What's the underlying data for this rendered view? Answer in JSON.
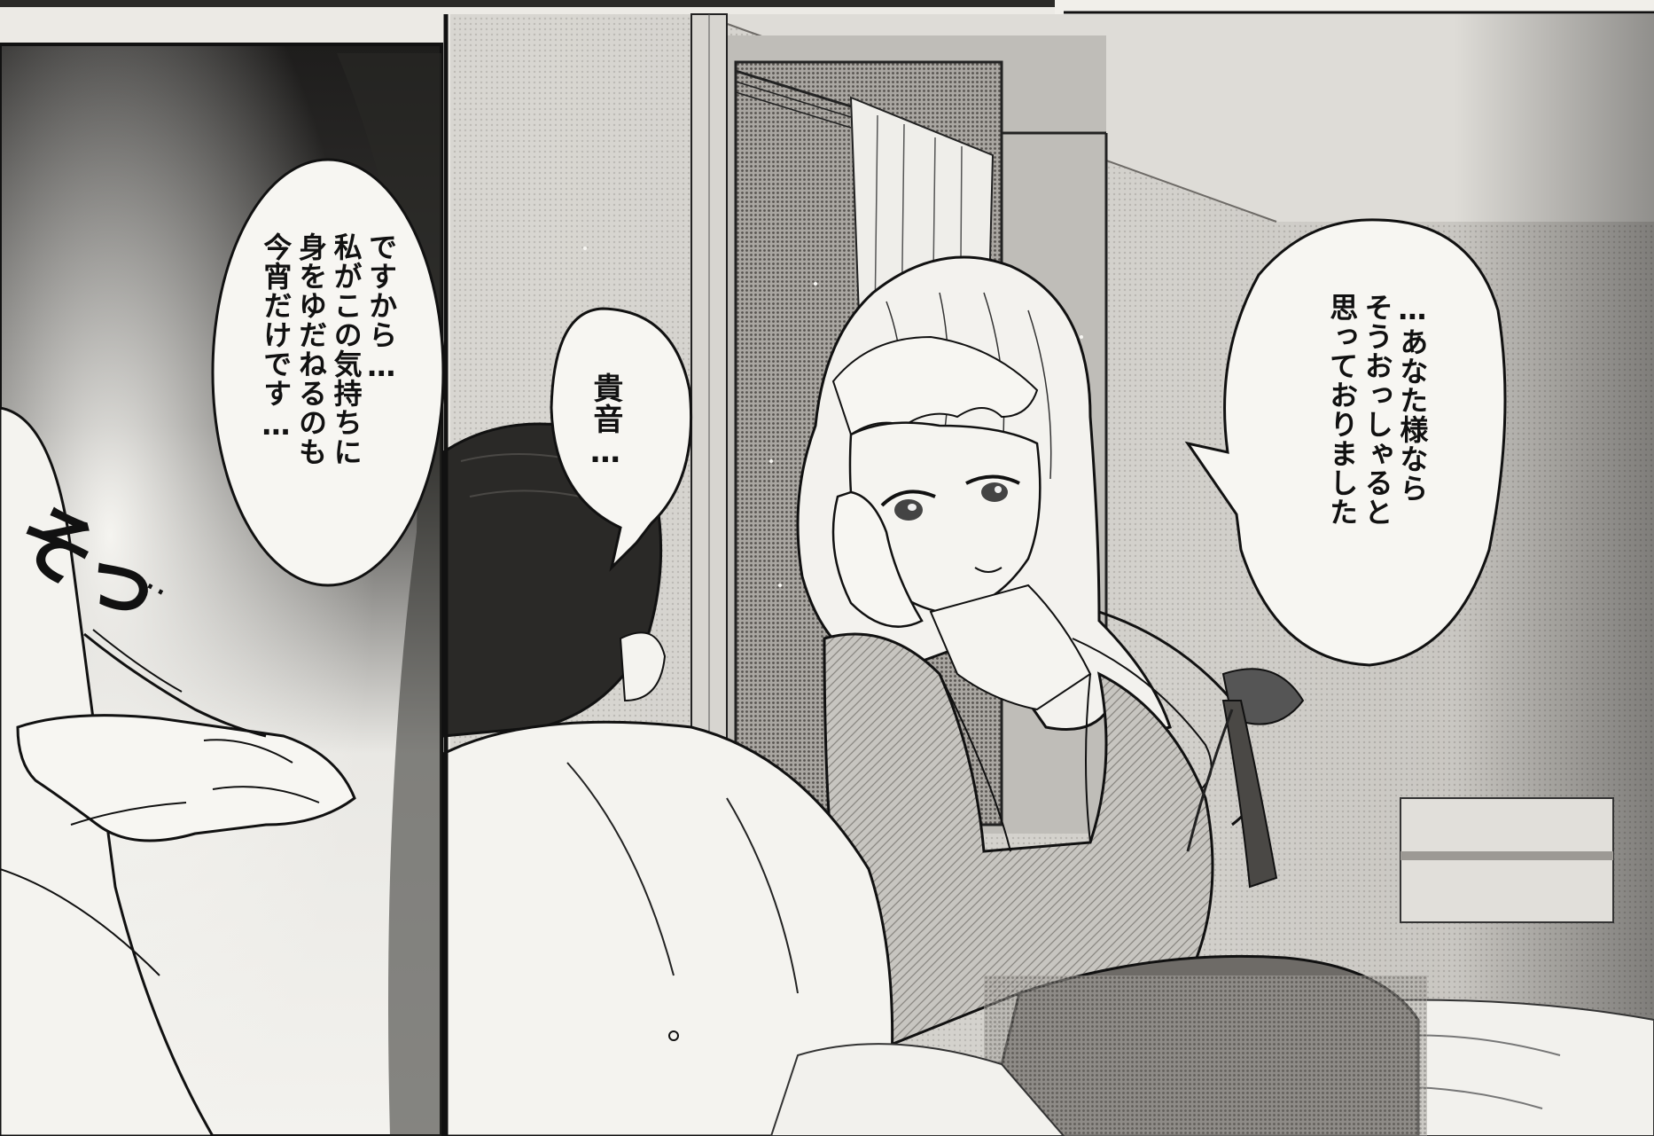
{
  "page": {
    "kind": "manga-spread",
    "tone": "grayscale"
  },
  "bubbles": {
    "left": {
      "lines": [
        "ですから…",
        "私がこの気持ちに",
        "身をゆだねるのも",
        "今宵だけです…"
      ]
    },
    "middle": {
      "lines": [
        "貴音…"
      ]
    },
    "right": {
      "lines": [
        "…あなた様なら",
        "そうおっしゃると",
        "思っておりました"
      ]
    }
  },
  "sfx": {
    "chars": "そっ",
    "dots": "…"
  },
  "colors": {
    "ink": "#111111",
    "paper": "#f4f3ef",
    "screentone_light": "#cfcdc8",
    "screentone_mid": "#9c9994",
    "screentone_dark": "#3a3836"
  }
}
